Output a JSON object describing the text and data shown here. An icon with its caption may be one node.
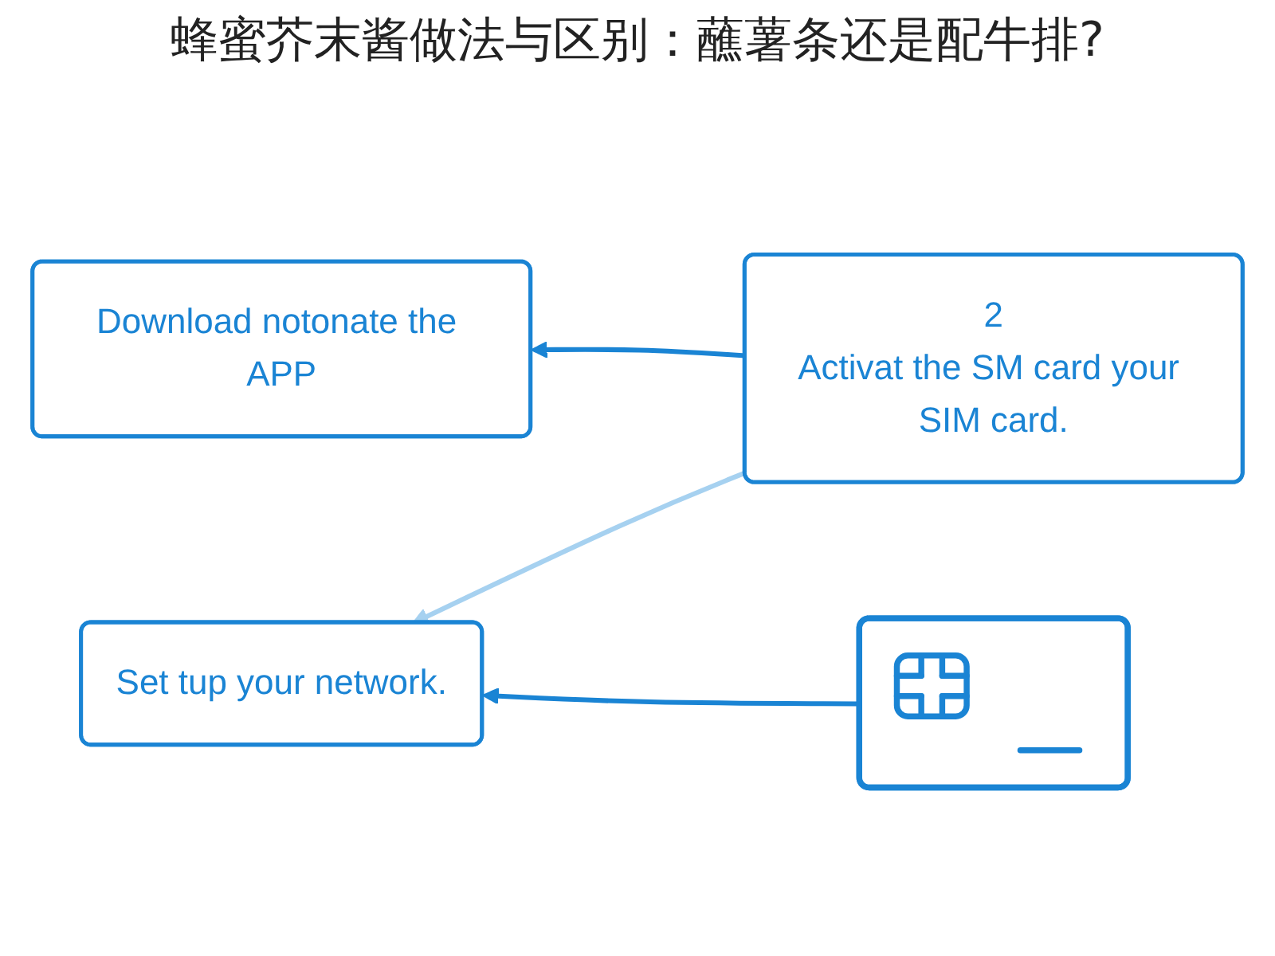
{
  "diagram": {
    "nodes": [
      {
        "text": [
          "Download notonate the APP"
        ]
      },
      {
        "text": [
          "2",
          "Activat the SM card your SIM card."
        ]
      },
      {
        "text": [],
        "shape": "picture"
      },
      {
        "text": [
          "Set tup your network."
        ]
      }
    ],
    "edges": [
      {
        "from": 1,
        "to": 0,
        "arrow": "to"
      },
      {
        "from": 1,
        "to": 3,
        "arrow": "to",
        "color": "#a6d1f0"
      },
      {
        "from": 2,
        "to": 3,
        "arrow": "to"
      }
    ],
    "labels": [
      "蜂蜜芥末酱做法与区别：蘸薯条还是配牛排?"
    ]
  }
}
